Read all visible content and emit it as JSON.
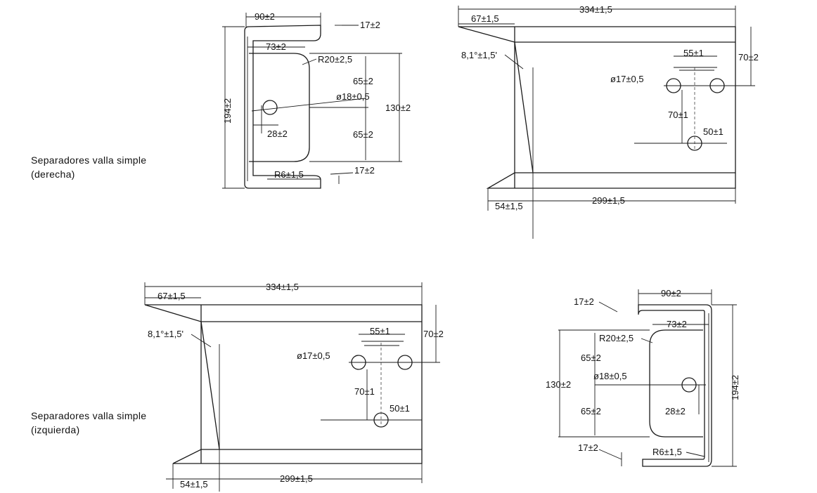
{
  "labels": {
    "right_line1": "Separadores valla simple",
    "right_line2": "(derecha)",
    "left_line1": "Separadores valla simple",
    "left_line2": "(izquierda)"
  },
  "section_view": {
    "width": "90±2",
    "inner_width": "73±2",
    "flange": "17±2",
    "flange_bottom": "17±2",
    "height": "194±2",
    "radius_large": "R20±2,5",
    "radius_small": "R6±1,5",
    "hole_dia": "ø18±0,5",
    "hole_offset_upper": "65±2",
    "hole_offset_lower": "65±2",
    "hole_distance": "130±2",
    "hole_from_edge": "28±2"
  },
  "plan_view": {
    "total_length": "334±1,5",
    "taper_length": "67±1,5",
    "length_bottom": "299±1,5",
    "offset_bottom": "54±1,5",
    "angle": "8,1°±1,5'",
    "height": "70±2",
    "hole_spacing": "55±1",
    "hole_dia": "ø17±0,5",
    "hole_vertical": "70±1",
    "hole_offset": "50±1"
  }
}
